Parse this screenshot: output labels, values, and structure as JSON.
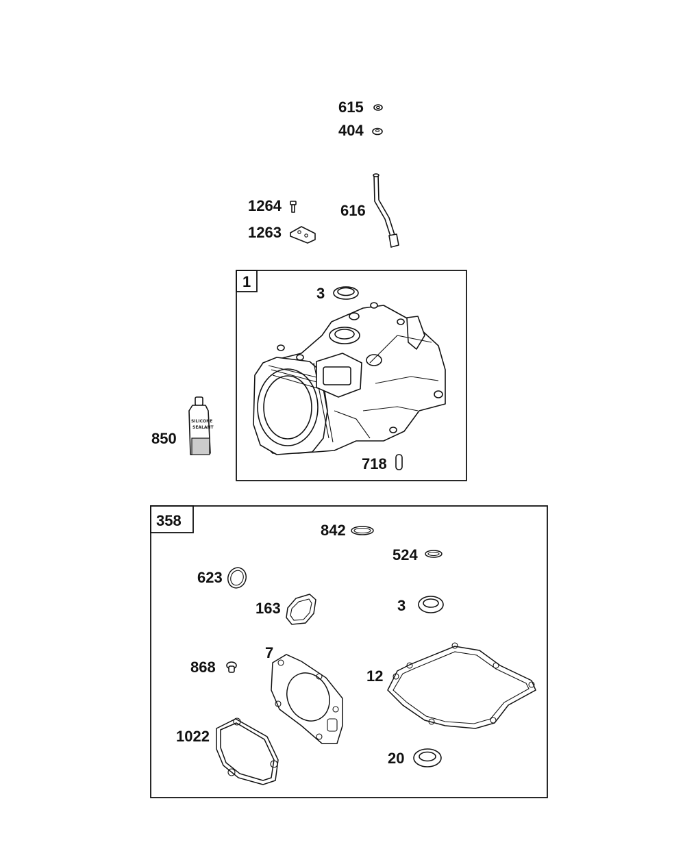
{
  "callouts": {
    "p615": "615",
    "p404": "404",
    "p1264": "1264",
    "p616": "616",
    "p1263": "1263",
    "p3a": "3",
    "p850": "850",
    "p718": "718",
    "p842": "842",
    "p524": "524",
    "p623": "623",
    "p163": "163",
    "p3b": "3",
    "p7": "7",
    "p868": "868",
    "p12": "12",
    "p1022": "1022",
    "p20": "20"
  },
  "boxes": {
    "cylinder_label": "1",
    "gasket_set_label": "358"
  },
  "sealant_tube": {
    "line1": "SILICONE",
    "line2": "SEALANT"
  }
}
